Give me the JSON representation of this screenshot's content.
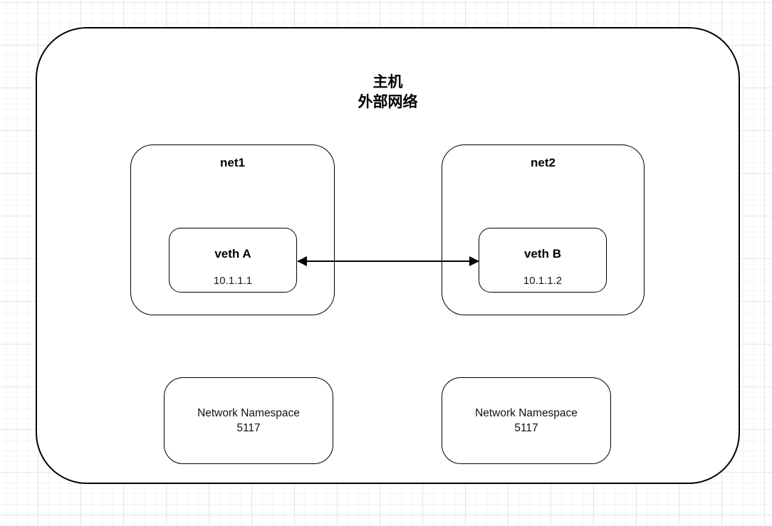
{
  "host": {
    "title_line1": "主机",
    "title_line2": "外部网络"
  },
  "net1": {
    "label": "net1",
    "veth": {
      "label": "veth A",
      "ip": "10.1.1.1"
    }
  },
  "net2": {
    "label": "net2",
    "veth": {
      "label": "veth B",
      "ip": "10.1.1.2"
    }
  },
  "link": {
    "type": "bidirectional-arrow",
    "from": "veth A",
    "to": "veth B"
  },
  "namespace_boxes": [
    {
      "line1": "Network Namespace",
      "line2": "5117"
    },
    {
      "line1": "Network Namespace",
      "line2": "5117"
    }
  ],
  "colors": {
    "stroke": "#000000",
    "fill": "#ffffff",
    "grid_minor": "#f3f3f3",
    "grid_major": "#e4e4e4"
  }
}
